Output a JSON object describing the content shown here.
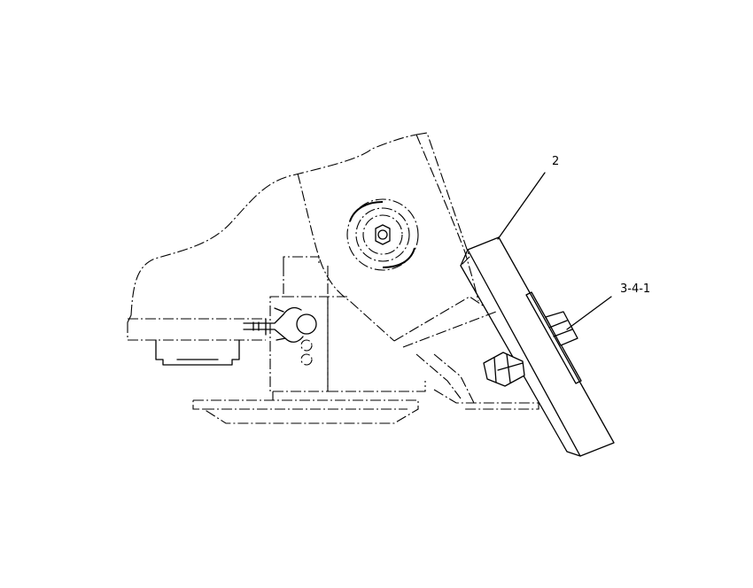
{
  "callouts": [
    {
      "id": "callout-2",
      "text": "2"
    },
    {
      "id": "callout-3-4-1",
      "text": "3-4-1"
    }
  ]
}
